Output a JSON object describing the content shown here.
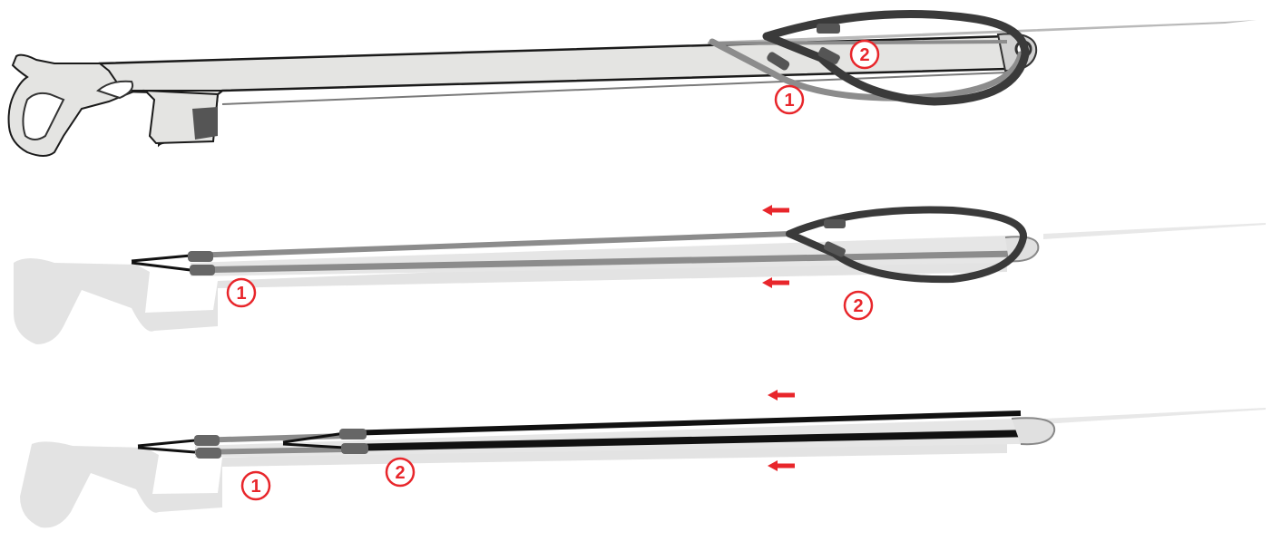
{
  "diagram": {
    "description_free": true,
    "colors": {
      "background": "#ffffff",
      "barrel_fill": "#e4e4e2",
      "barrel_outline": "#1a1a1a",
      "faded_body": "#e3e3e3",
      "band_black": "#111111",
      "band_grey": "#8c8c8c",
      "band_dark": "#3a3a3a",
      "bushing": "#6b6b6b",
      "shaft": "#b9b9b9",
      "accent": "#e8262b"
    },
    "panels": [
      {
        "step": "loose",
        "labels": [
          {
            "text": "1",
            "color": "#e8262b"
          },
          {
            "text": "2",
            "color": "#e8262b"
          }
        ]
      },
      {
        "step": "first-band-loaded",
        "labels": [
          {
            "text": "1",
            "color": "#e8262b"
          },
          {
            "text": "2",
            "color": "#e8262b"
          }
        ],
        "arrows": [
          {
            "direction": "left",
            "icon": "arrow-left-icon"
          },
          {
            "direction": "left",
            "icon": "arrow-left-icon"
          }
        ]
      },
      {
        "step": "both-bands-loaded",
        "labels": [
          {
            "text": "1",
            "color": "#e8262b"
          },
          {
            "text": "2",
            "color": "#e8262b"
          }
        ],
        "arrows": [
          {
            "direction": "left",
            "icon": "arrow-left-icon"
          },
          {
            "direction": "left",
            "icon": "arrow-left-icon"
          }
        ]
      }
    ]
  }
}
